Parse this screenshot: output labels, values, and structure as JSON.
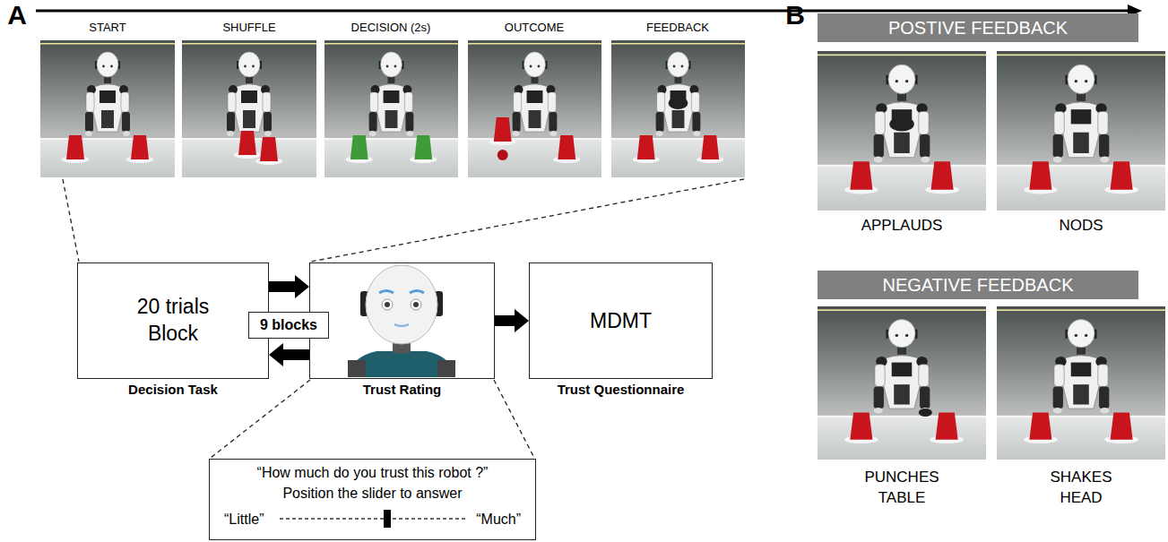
{
  "diagram": {
    "nodes": [
      {
        "text": [
          "20 trials Block",
          "Decision Task"
        ]
      },
      {
        "text": [
          "9 blocks"
        ]
      },
      {
        "text": [
          "Trust Rating"
        ]
      },
      {
        "text": [
          "MDMT",
          "Trust Questionnaire"
        ]
      },
      {
        "text": [
          "“How much do you trust this robot ?”",
          "Position the slider to answer",
          "“Little”",
          "“Much”"
        ]
      },
      {
        "text": [
          "POSTIVE FEEDBACK"
        ]
      },
      {
        "text": [
          "NEGATIVE FEEDBACK"
        ]
      }
    ],
    "edges": [
      {
        "from": 0,
        "to": 2,
        "arrow": "to"
      },
      {
        "from": 2,
        "to": 0,
        "arrow": "to"
      },
      {
        "from": 2,
        "to": 3,
        "arrow": "to"
      }
    ],
    "labels": [
      "A",
      "B",
      "START",
      "SHUFFLE",
      "DECISION (2s)",
      "OUTCOME",
      "FEEDBACK",
      "APPLAUDS",
      "NODS",
      "PUNCHES TABLE",
      "SHAKES HEAD"
    ]
  }
}
